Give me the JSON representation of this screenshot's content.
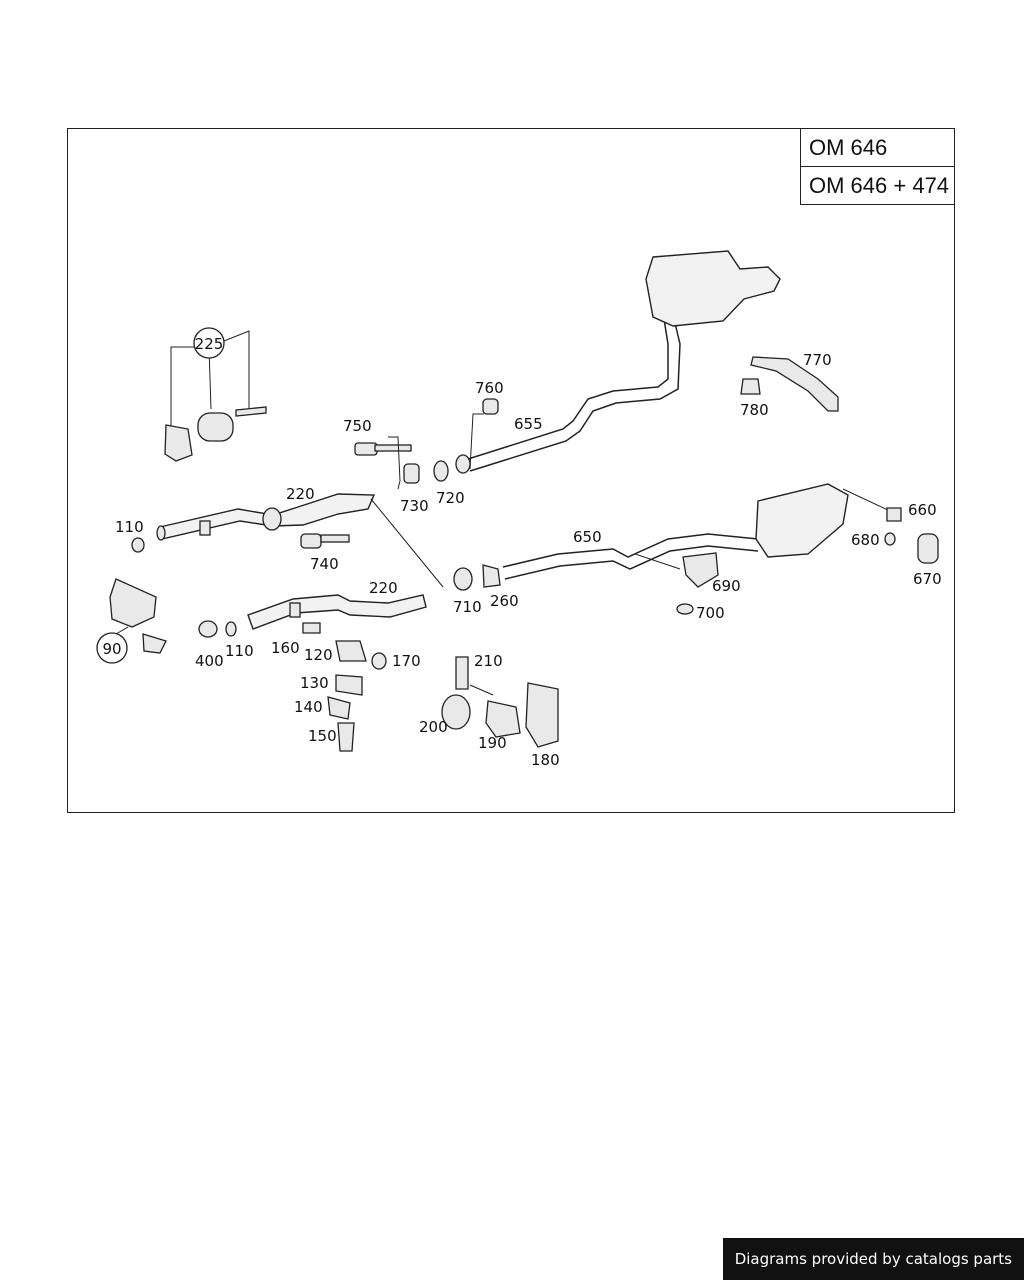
{
  "engine_variants": [
    "OM 646",
    "OM 646 + 474"
  ],
  "callouts": [
    {
      "text": "225",
      "circled": true
    },
    {
      "text": "90",
      "circled": true
    },
    {
      "text": "110"
    },
    {
      "text": "220"
    },
    {
      "text": "750"
    },
    {
      "text": "730"
    },
    {
      "text": "720"
    },
    {
      "text": "760"
    },
    {
      "text": "655"
    },
    {
      "text": "770"
    },
    {
      "text": "780"
    },
    {
      "text": "740"
    },
    {
      "text": "220"
    },
    {
      "text": "710"
    },
    {
      "text": "260"
    },
    {
      "text": "650"
    },
    {
      "text": "690"
    },
    {
      "text": "700"
    },
    {
      "text": "660"
    },
    {
      "text": "680"
    },
    {
      "text": "670"
    },
    {
      "text": "400"
    },
    {
      "text": "110"
    },
    {
      "text": "160"
    },
    {
      "text": "120"
    },
    {
      "text": "170"
    },
    {
      "text": "210"
    },
    {
      "text": "130"
    },
    {
      "text": "140"
    },
    {
      "text": "150"
    },
    {
      "text": "200"
    },
    {
      "text": "190"
    },
    {
      "text": "180"
    }
  ],
  "footer": {
    "text": "Diagrams provided by catalogs parts"
  }
}
